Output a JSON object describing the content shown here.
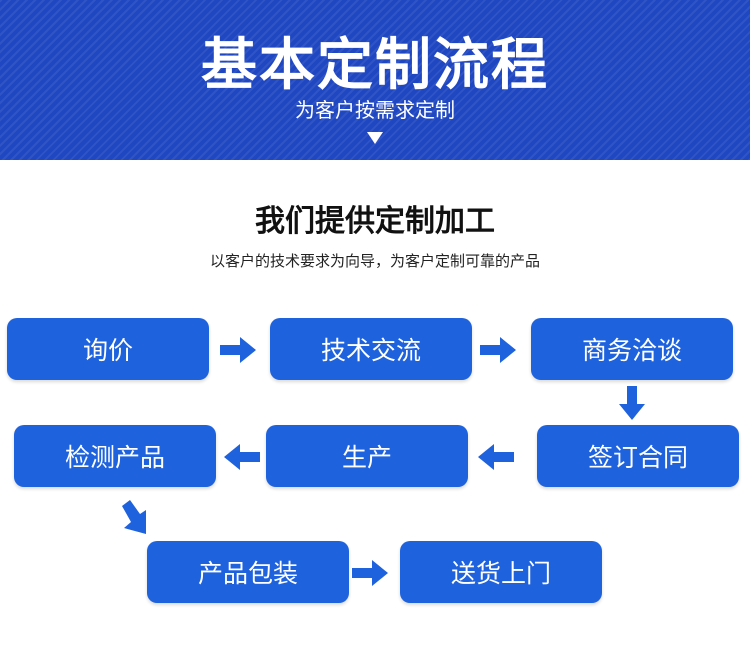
{
  "banner": {
    "title": "基本定制流程",
    "subtitle": "为客户按需求定制"
  },
  "section": {
    "heading": "我们提供定制加工",
    "subheading": "以客户的技术要求为向导，为客户定制可靠的产品"
  },
  "steps": [
    {
      "label": "询价"
    },
    {
      "label": "技术交流"
    },
    {
      "label": "商务洽谈"
    },
    {
      "label": "签订合同"
    },
    {
      "label": "生产"
    },
    {
      "label": "检测产品"
    },
    {
      "label": "产品包装"
    },
    {
      "label": "送货上门"
    }
  ],
  "colors": {
    "banner": "#1f47c2",
    "step": "#1e62dd",
    "arrow": "#1e62dd"
  }
}
